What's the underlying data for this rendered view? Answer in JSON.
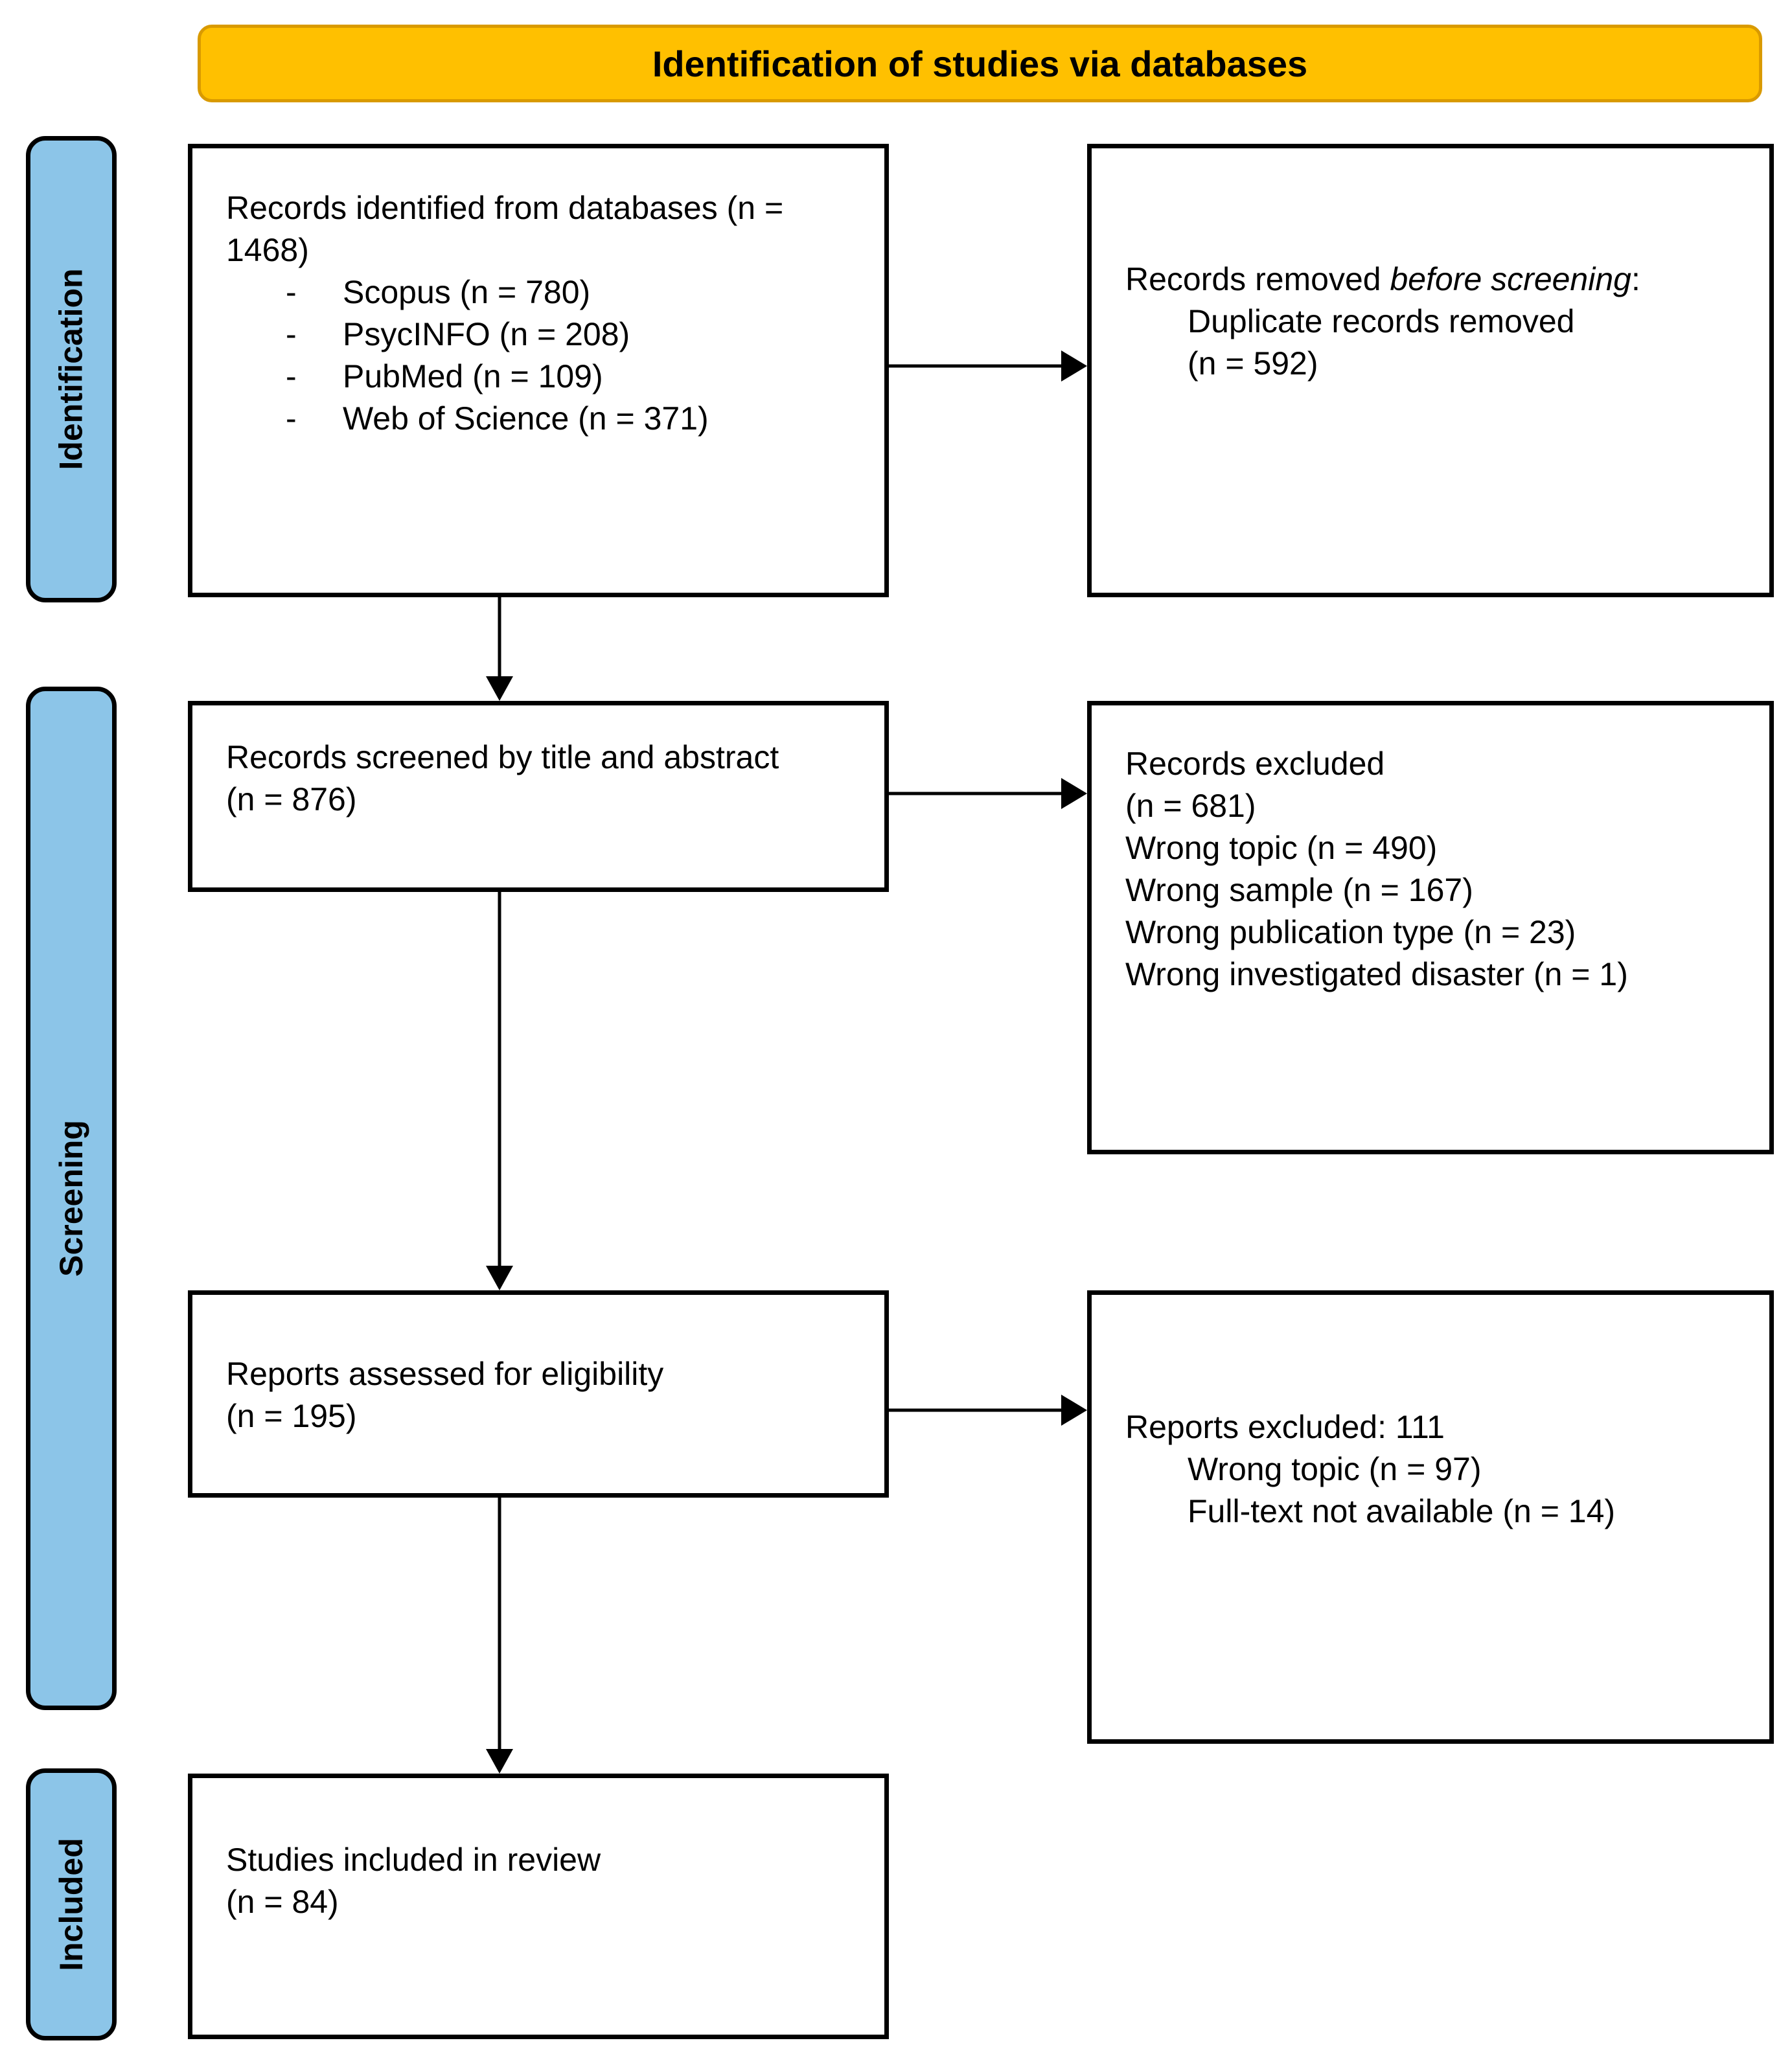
{
  "banner": {
    "title": "Identification of studies via databases"
  },
  "stages": [
    {
      "id": "identification",
      "label": "Identification"
    },
    {
      "id": "screening",
      "label": "Screening"
    },
    {
      "id": "included",
      "label": "Included"
    }
  ],
  "boxes": {
    "identified": {
      "heading": "Records identified from databases (n = 1468)",
      "bullet_marker": "-",
      "bullets": [
        "Scopus (n = 780)",
        "PsycINFO (n = 208)",
        "PubMed (n = 109)",
        "Web of Science (n = 371)"
      ]
    },
    "removed": {
      "line1_a": "Records removed ",
      "line1_italic": "before screening",
      "line1_b": ":",
      "detail1": "Duplicate records removed",
      "detail2": "(n = 592)"
    },
    "screened": {
      "heading": "Records screened by title and abstract",
      "count": "(n = 876)"
    },
    "excluded": {
      "heading": "Records excluded",
      "count": "(n = 681)",
      "reasons": [
        "Wrong topic (n = 490)",
        "Wrong sample (n = 167)",
        "Wrong publication type (n = 23)",
        "Wrong investigated disaster (n = 1)"
      ]
    },
    "eligibility": {
      "heading": "Reports assessed for eligibility",
      "count": "(n = 195)"
    },
    "reports_excluded": {
      "heading": "Reports excluded: 111",
      "reasons": [
        "Wrong topic (n = 97)",
        "Full-text not available (n = 14)"
      ]
    },
    "included": {
      "heading": "Studies included in review",
      "count": "(n = 84)"
    }
  },
  "colors": {
    "banner_fill": "#FFC000",
    "banner_border": "#D99A00",
    "stage_fill": "#8CC5E8",
    "box_border": "#000000",
    "text": "#000000"
  },
  "arrows": [
    {
      "name": "identified-to-screened",
      "direction": "down"
    },
    {
      "name": "screened-to-eligibility",
      "direction": "down"
    },
    {
      "name": "eligibility-to-included",
      "direction": "down"
    },
    {
      "name": "identified-to-removed",
      "direction": "right"
    },
    {
      "name": "screened-to-excluded",
      "direction": "right"
    },
    {
      "name": "eligibility-to-reports-excluded",
      "direction": "right"
    }
  ]
}
